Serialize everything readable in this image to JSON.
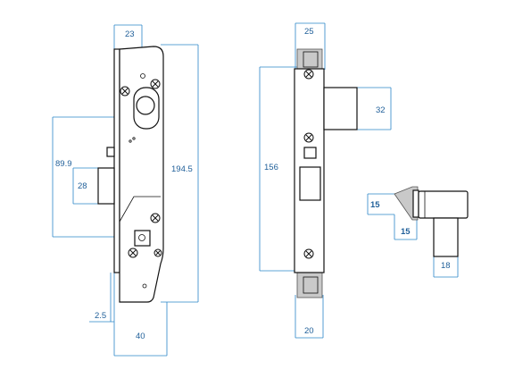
{
  "dimensions": {
    "lock_body_front": {
      "width_top": "23",
      "backset": "89.9",
      "bolt_height": "28",
      "total_height": "194.5",
      "plate_offset": "2.5",
      "total_width": "40"
    },
    "faceplate_side": {
      "top_width": "25",
      "bolt_projection": "32",
      "screw_spacing": "156",
      "bottom_width": "20"
    },
    "bolt_detail": {
      "nose_height": "15",
      "nose_width": "15",
      "stem_width": "18"
    }
  }
}
